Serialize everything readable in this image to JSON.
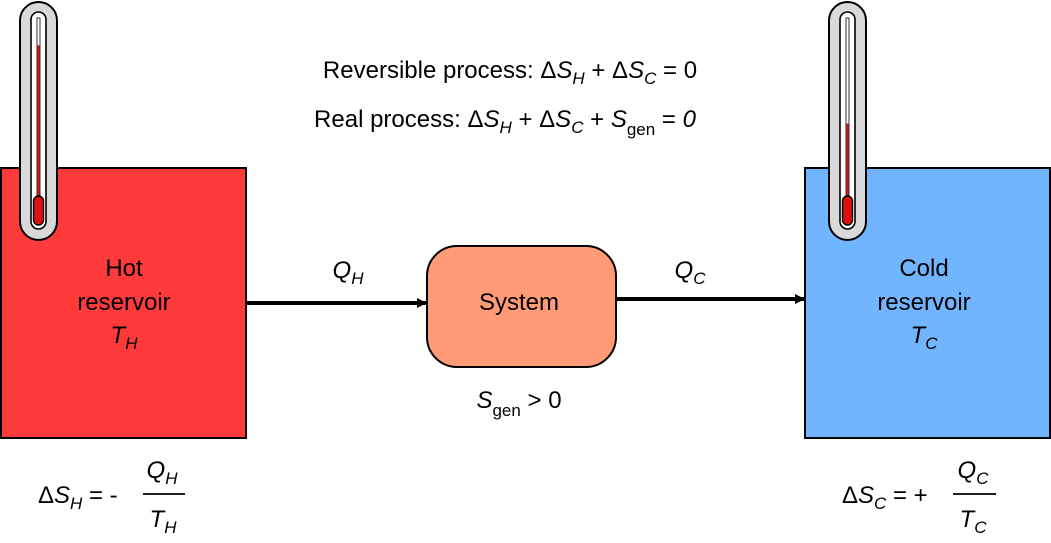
{
  "equations": {
    "reversible": {
      "prefix": "Reversible process: ",
      "delta": "Δ",
      "S": "S",
      "H": "H",
      "plus": " + ",
      "C": "C",
      "suffix": " = 0"
    },
    "real": {
      "prefix": "Real process: ",
      "delta": "Δ",
      "S": "S",
      "H": "H",
      "plus1": " + ",
      "C": "C",
      "plus2": " + ",
      "gen": "gen",
      "eq": " = ",
      "zero": "0"
    }
  },
  "hot_reservoir": {
    "line1": "Hot",
    "line2": "reservoir",
    "T": "T",
    "sub": "H",
    "color": "#ff3a3a"
  },
  "cold_reservoir": {
    "line1": "Cold",
    "line2": "reservoir",
    "T": "T",
    "sub": "C",
    "color": "#72b5ff"
  },
  "system": {
    "label": "System",
    "color": "#ff9b77",
    "sgen": {
      "S": "S",
      "sub": "gen",
      "rel": " > 0"
    }
  },
  "flows": {
    "qh": {
      "Q": "Q",
      "sub": "H"
    },
    "qc": {
      "Q": "Q",
      "sub": "C"
    }
  },
  "formulas": {
    "hot": {
      "delta": "Δ",
      "S": "S",
      "sub": "H",
      "eq": " = -",
      "num": "Q",
      "num_sub": "H",
      "den": "T",
      "den_sub": "H"
    },
    "cold": {
      "delta": "Δ",
      "S": "S",
      "sub": "C",
      "eq": " = +",
      "num": "Q",
      "num_sub": "C",
      "den": "T",
      "den_sub": "C"
    }
  },
  "thermometers": {
    "hot": {
      "level": 0.85,
      "liquid_color": "#dd1111"
    },
    "cold": {
      "level": 0.42,
      "liquid_color": "#dd1111"
    }
  }
}
